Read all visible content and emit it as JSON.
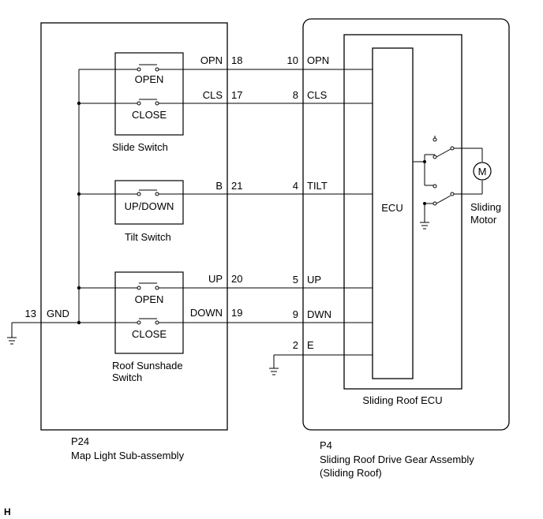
{
  "left_module": {
    "connector": "P24",
    "name": "Map Light Sub-assembly",
    "slide_switch": {
      "label": "Slide Switch",
      "open": "OPEN",
      "close": "CLOSE"
    },
    "tilt_switch": {
      "label": "Tilt Switch",
      "updown": "UP/DOWN"
    },
    "sunshade_switch": {
      "label_line1": "Roof Sunshade",
      "label_line2": "Switch",
      "open": "OPEN",
      "close": "CLOSE"
    },
    "pins": {
      "opn": {
        "name": "OPN",
        "num": "18"
      },
      "cls": {
        "name": "CLS",
        "num": "17"
      },
      "b": {
        "name": "B",
        "num": "21"
      },
      "up": {
        "name": "UP",
        "num": "20"
      },
      "down": {
        "name": "DOWN",
        "num": "19"
      },
      "gnd": {
        "name": "GND",
        "num": "13"
      }
    }
  },
  "right_module": {
    "connector": "P4",
    "name_line1": "Sliding Roof Drive Gear Assembly",
    "name_line2": "(Sliding Roof)",
    "ecu_box_label": "Sliding Roof ECU",
    "ecu_label": "ECU",
    "motor_symbol": "M",
    "motor_label_line1": "Sliding",
    "motor_label_line2": "Motor",
    "pins": {
      "opn": {
        "num": "10",
        "name": "OPN"
      },
      "cls": {
        "num": "8",
        "name": "CLS"
      },
      "tilt": {
        "num": "4",
        "name": "TILT"
      },
      "up": {
        "num": "5",
        "name": "UP"
      },
      "dwn": {
        "num": "9",
        "name": "DWN"
      },
      "e": {
        "num": "2",
        "name": "E"
      }
    }
  },
  "corner_mark": "H"
}
